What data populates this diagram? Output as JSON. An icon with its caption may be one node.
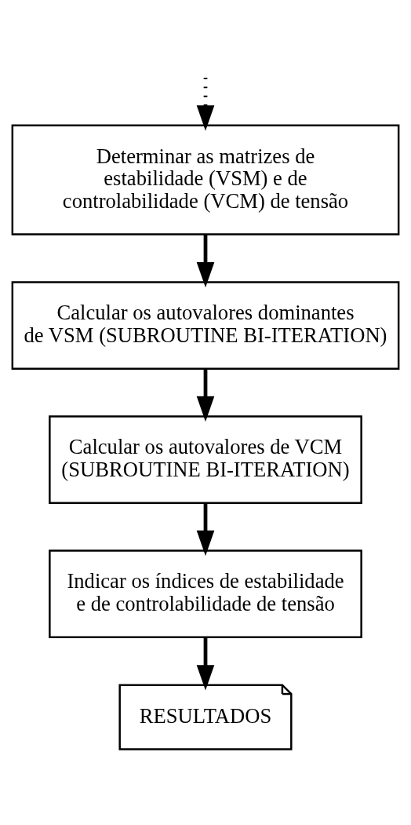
{
  "diagram": {
    "nodes": [
      {
        "text": [
          "Determinar as matrizes de estabilidade (VSM) e de controlabilidade (VCM) de tensão"
        ]
      },
      {
        "text": [
          "Calcular os autovalores dominantes de VSM (SUBROUTINE BI-ITERATION)"
        ]
      },
      {
        "text": [
          "Calcular os autovalores de VCM (SUBROUTINE BI-ITERATION)"
        ]
      },
      {
        "text": [
          "Indicar os índices de estabilidade e de controlabilidade de tensão"
        ]
      },
      {
        "text": [
          "RESULTADOS"
        ]
      }
    ],
    "edges": [
      {
        "from": null,
        "to": 0,
        "arrow": "to",
        "style": "dashed"
      },
      {
        "from": 0,
        "to": 1,
        "arrow": "to"
      },
      {
        "from": 1,
        "to": 2,
        "arrow": "to"
      },
      {
        "from": 2,
        "to": 3,
        "arrow": "to"
      },
      {
        "from": 3,
        "to": 4,
        "arrow": "to"
      }
    ]
  }
}
